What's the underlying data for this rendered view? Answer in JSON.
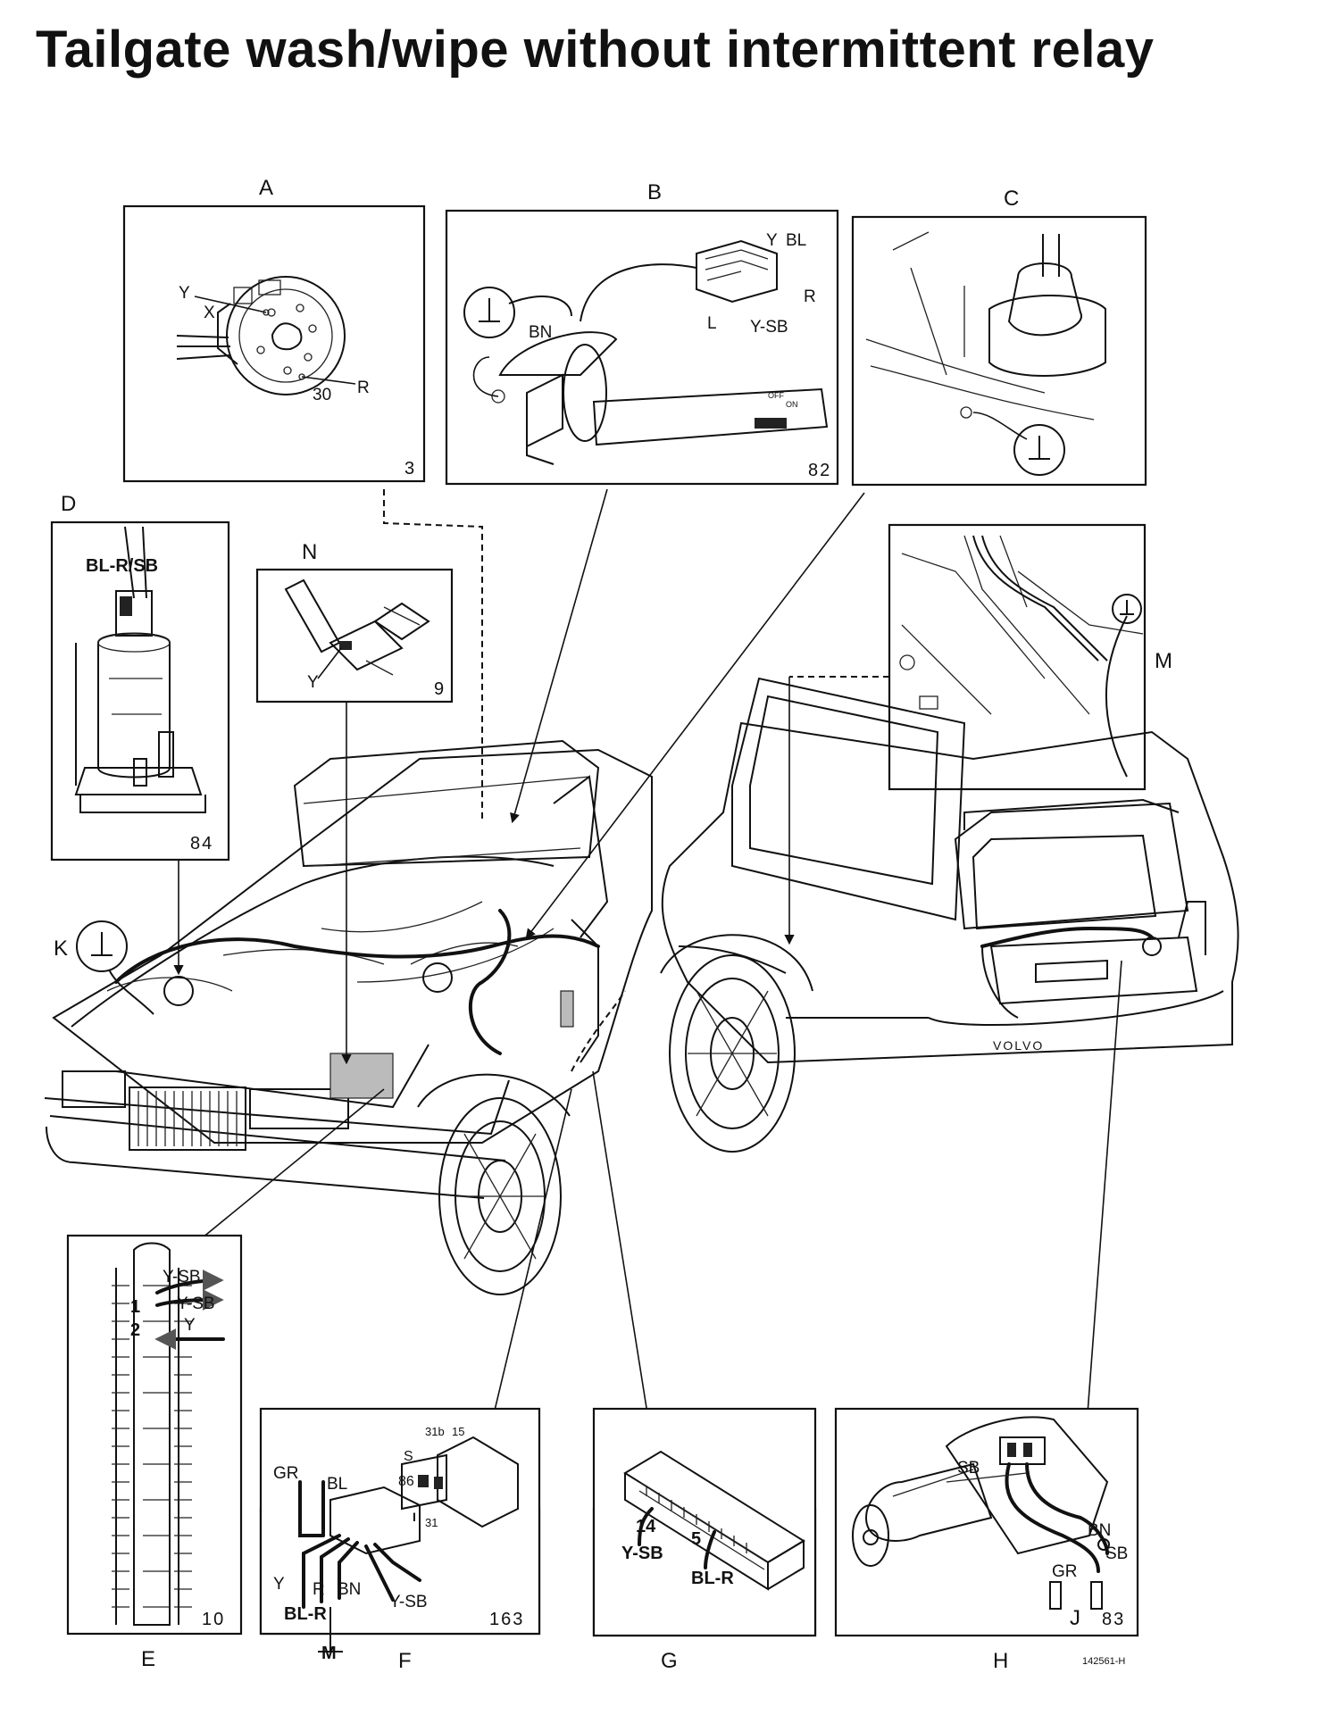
{
  "title": "Tailgate wash/wipe without intermittent relay",
  "panels": {
    "A": {
      "letter": "A",
      "number": "3",
      "wires": {
        "y": "Y",
        "x": "X",
        "r": "R",
        "t30": "30"
      }
    },
    "B": {
      "letter": "B",
      "number": "82",
      "wires": {
        "y": "Y",
        "bl": "BL",
        "r": "R",
        "l": "L",
        "ysb": "Y-SB",
        "bn": "BN",
        "off": "OFF",
        "on": "ON"
      }
    },
    "C": {
      "letter": "C"
    },
    "D": {
      "letter": "D",
      "number": "84",
      "wires": {
        "blr_sb": "BL-R/SB"
      }
    },
    "N": {
      "letter": "N",
      "number": "9",
      "wires": {
        "y": "Y"
      }
    },
    "M": {
      "letter": "M"
    },
    "K": {
      "letter": "K"
    },
    "E": {
      "letter": "E",
      "number": "10",
      "wires": {
        "ysb1": "Y-SB",
        "ysb2": "Y-SB",
        "y": "Y",
        "pin1": "1",
        "pin2": "2"
      }
    },
    "F": {
      "letter": "F",
      "number": "163",
      "wires": {
        "gr": "GR",
        "bl": "BL",
        "y": "Y",
        "r": "R",
        "bn": "BN",
        "ysb": "Y-SB",
        "blr": "BL-R",
        "m": "M",
        "s": "S",
        "t86": "86",
        "t31b": "31b",
        "t15": "15",
        "t31": "31",
        "i": "I"
      }
    },
    "G": {
      "letter": "G",
      "wires": {
        "p14": "14",
        "ysb": "Y-SB",
        "p5": "5",
        "blr": "BL-R"
      }
    },
    "H": {
      "letter": "H",
      "number": "83",
      "wires": {
        "sb": "SB",
        "bn": "BN",
        "sb2": "SB",
        "gr": "GR",
        "j": "J"
      }
    }
  },
  "car": {
    "badge": "VOLVO"
  },
  "figure_ref": "142561-H"
}
